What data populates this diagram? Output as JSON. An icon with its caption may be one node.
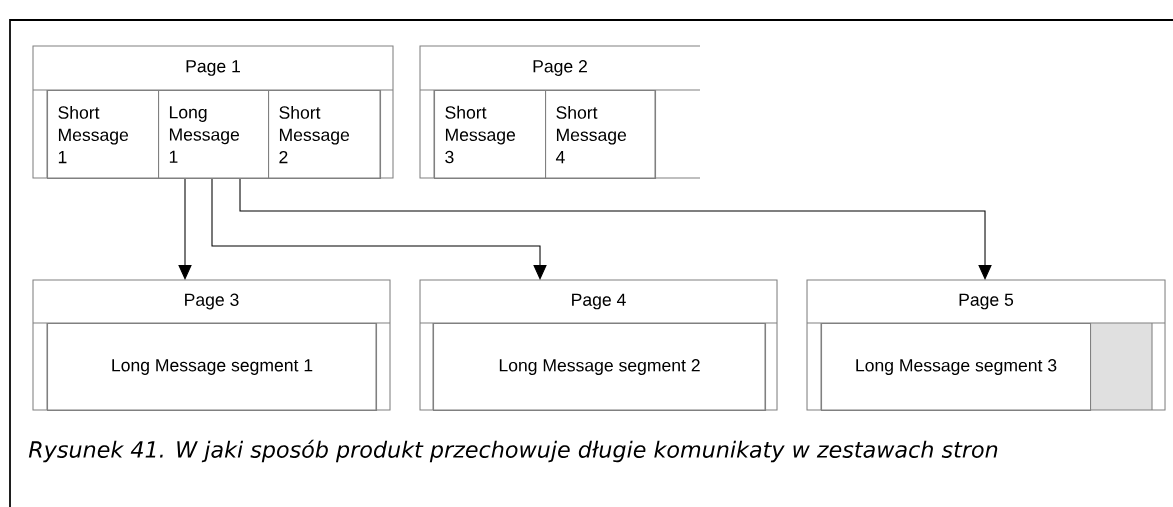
{
  "diagram": {
    "caption": "Rysunek 41. W jaki sposób produkt przechowuje długie komunikaty w zestawach stron",
    "nodes": [
      {
        "text": [
          "Page 1"
        ]
      },
      {
        "text": [
          "Short Message 1"
        ],
        "in": 0
      },
      {
        "text": [
          "Long Message 1"
        ],
        "in": 0
      },
      {
        "text": [
          "Short Message 2"
        ],
        "in": 0
      },
      {
        "text": [
          "Page 2"
        ]
      },
      {
        "text": [
          "Short Message 3"
        ],
        "in": 4
      },
      {
        "text": [
          "Short Message 4"
        ],
        "in": 4
      },
      {
        "text": [
          "Page 3"
        ]
      },
      {
        "text": [
          "Long Message segment 1"
        ],
        "in": 7
      },
      {
        "text": [
          "Page 4"
        ]
      },
      {
        "text": [
          "Long Message segment 2"
        ],
        "in": 9
      },
      {
        "text": [
          "Page 5"
        ]
      },
      {
        "text": [
          "Long Message segment 3"
        ],
        "in": 11
      }
    ],
    "edges": [
      {
        "from": 2,
        "to": 7,
        "arrow": "to"
      },
      {
        "from": 2,
        "to": 9,
        "arrow": "to"
      },
      {
        "from": 2,
        "to": 11,
        "arrow": "to"
      }
    ]
  }
}
